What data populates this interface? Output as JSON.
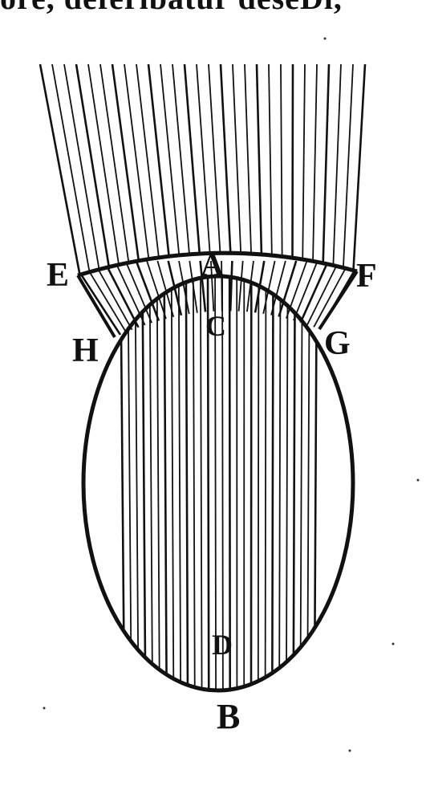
{
  "header_text": "ore, deferibatur deseDi,",
  "labels": {
    "E": "E",
    "A": "A",
    "F": "F",
    "H": "H",
    "C": "C",
    "G": "G",
    "D": "D",
    "B": "B"
  },
  "colors": {
    "ink": "#111111",
    "paper": "#ffffff"
  },
  "ray_count": 28
}
